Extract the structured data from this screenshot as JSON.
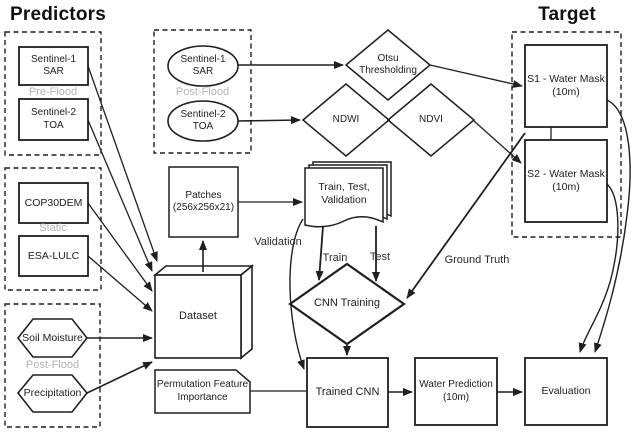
{
  "titles": {
    "predictors": "Predictors",
    "target": "Target"
  },
  "groups": {
    "pre_flood": {
      "label": "Pre-Flood"
    },
    "post_flood_top": {
      "label": "Post-Flood"
    },
    "static": {
      "label": "Static"
    },
    "post_flood_bottom": {
      "label": "Post-Flood"
    }
  },
  "nodes": {
    "s1_sar_pre": {
      "line1": "Sentinel-1",
      "line2": "SAR"
    },
    "s2_toa_pre": {
      "line1": "Sentinel-2",
      "line2": "TOA"
    },
    "s1_sar_post": {
      "line1": "Sentinel-1",
      "line2": "SAR"
    },
    "s2_toa_post": {
      "line1": "Sentinel-2",
      "line2": "TOA"
    },
    "otsu": {
      "line1": "Otsu",
      "line2": "Thresholding"
    },
    "ndwi": {
      "label": "NDWI"
    },
    "ndvi": {
      "label": "NDVI"
    },
    "s1_mask": {
      "line1": "S1 - Water Mask",
      "line2": "(10m)"
    },
    "s2_mask": {
      "line1": "S2 - Water Mask",
      "line2": "(10m)"
    },
    "cop30dem": {
      "label": "COP30DEM"
    },
    "esa_lulc": {
      "label": "ESA-LULC"
    },
    "patches": {
      "line1": "Patches",
      "line2": "(256x256x21)"
    },
    "train_test_validation": {
      "line1": "Train, Test,",
      "line2": "Validation"
    },
    "soil_moisture": {
      "label": "Soil Moisture"
    },
    "precipitation": {
      "label": "Precipitation"
    },
    "dataset": {
      "label": "Dataset"
    },
    "cnn_training": {
      "label": "CNN Training"
    },
    "trained_cnn": {
      "label": "Trained CNN"
    },
    "permutation_feature_importance": {
      "line1": "Permutation Feature",
      "line2": "Importance"
    },
    "water_prediction": {
      "line1": "Water Prediction",
      "line2": "(10m)"
    },
    "evaluation": {
      "label": "Evaluation"
    }
  },
  "edge_labels": {
    "validation": "Validation",
    "train": "Train",
    "test": "Test",
    "ground_truth": "Ground Truth"
  },
  "colors": {
    "ink": "#1f1f1f",
    "muted_label": "#b3b3b3",
    "background": "#ffffff"
  }
}
